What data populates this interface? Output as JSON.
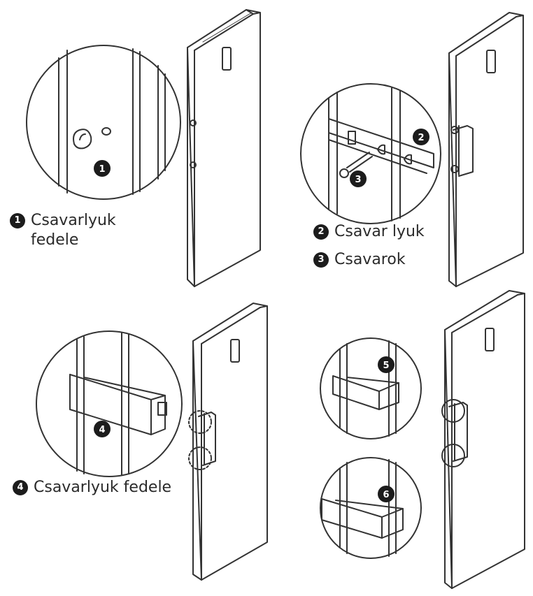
{
  "legend": {
    "item1": {
      "num": "1",
      "text": "Csavarlyuk\nfedele"
    },
    "item2": {
      "num": "2",
      "text": "Csavar lyuk"
    },
    "item3": {
      "num": "3",
      "text": "Csavarok"
    },
    "item4": {
      "num": "4",
      "text": "Csavarlyuk fedele"
    }
  },
  "callouts": [
    "1",
    "2",
    "3",
    "4",
    "5",
    "6"
  ],
  "colors": {
    "line": "#333333",
    "badge": "#1c1c1c",
    "text": "#2a2a2a",
    "background": "#ffffff"
  }
}
